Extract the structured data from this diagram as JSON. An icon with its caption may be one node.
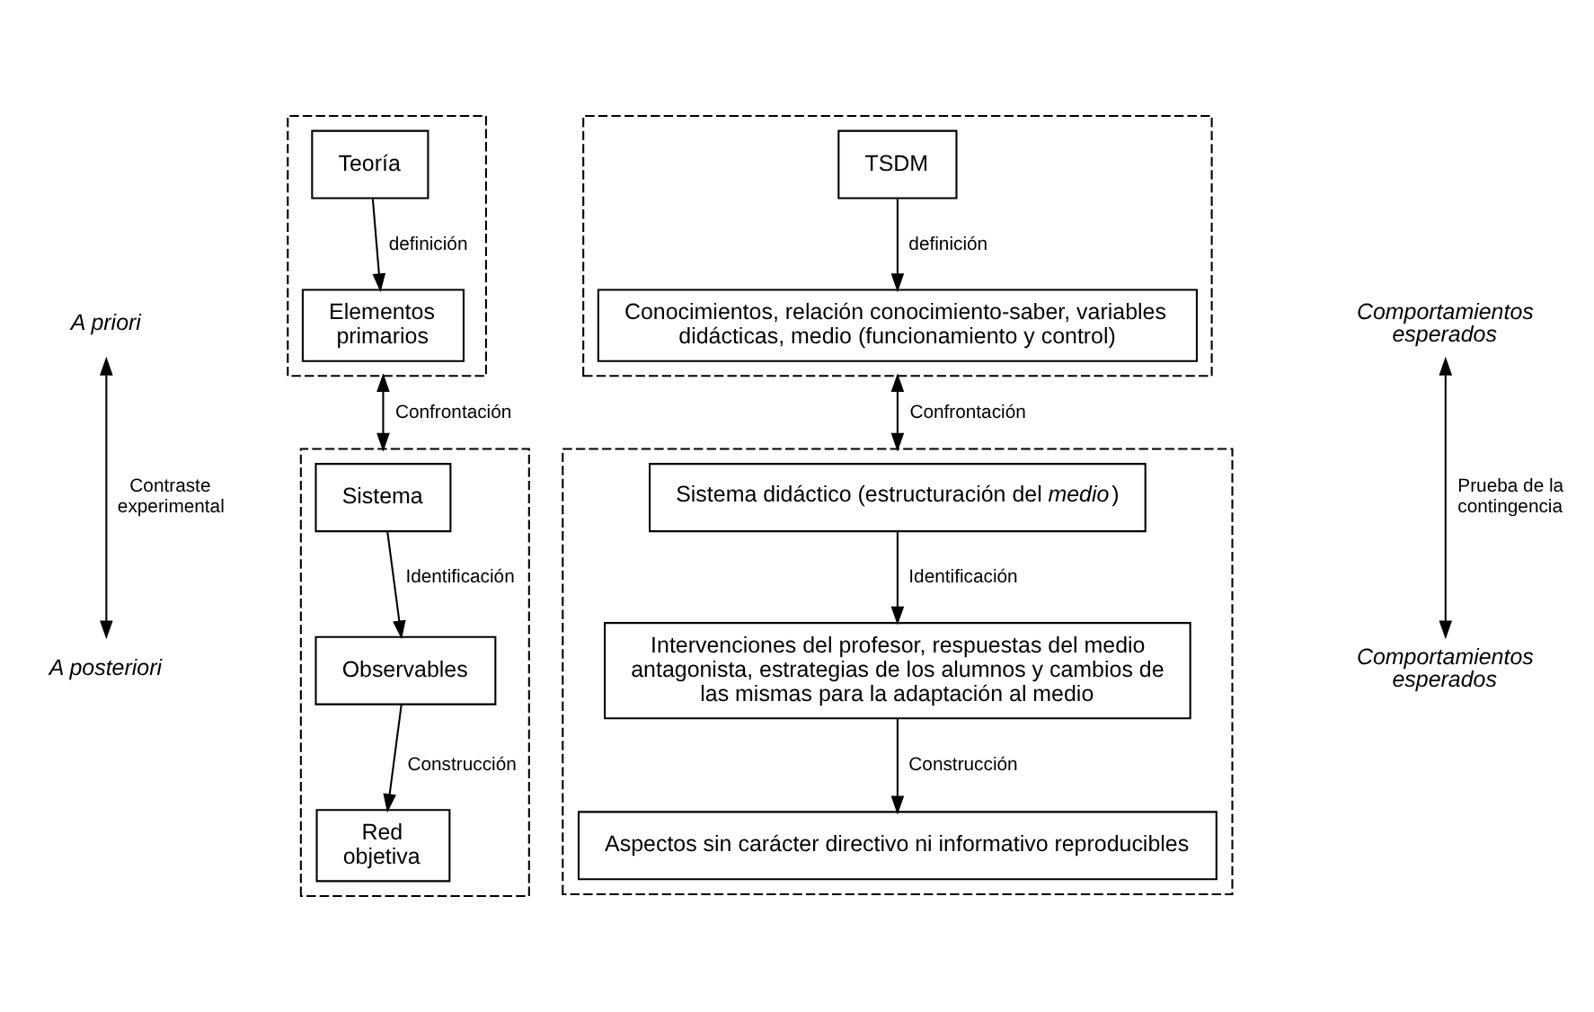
{
  "diagram": {
    "nodes": [
      {
        "text": [
          "A priori"
        ]
      },
      {
        "text": [
          "A posteriori"
        ]
      },
      {
        "text": [],
        "shape": "box"
      },
      {
        "text": [
          "Teoría"
        ],
        "in": 2
      },
      {
        "text": [
          "Elementos primarios"
        ],
        "in": 2
      },
      {
        "text": [],
        "shape": "box"
      },
      {
        "text": [
          "TSDM"
        ],
        "in": 5
      },
      {
        "text": [
          "Conocimientos, relación conocimiento-saber, variables didácticas, medio (funcionamiento y control)"
        ],
        "in": 5
      },
      {
        "text": [],
        "shape": "box"
      },
      {
        "text": [
          "Sistema"
        ],
        "in": 8
      },
      {
        "text": [
          "Observables"
        ],
        "in": 8
      },
      {
        "text": [
          "Red objetiva"
        ],
        "in": 8
      },
      {
        "text": [],
        "shape": "box"
      },
      {
        "text": [
          "Sistema didáctico (estructuración del *medio*)"
        ],
        "in": 12
      },
      {
        "text": [
          "Intervenciones del profesor, respuestas del medio antagonista, estrategias de los alumnos y cambios de las mismas para la adaptación al medio"
        ],
        "in": 12
      },
      {
        "text": [
          "Aspectos sin carácter directivo ni informativo reproducibles"
        ],
        "in": 12
      },
      {
        "text": [
          "Comportamientos esperados"
        ]
      },
      {
        "text": [
          "Comportamientos esperados"
        ]
      }
    ],
    "edges": [
      {
        "from": 1,
        "to": 0,
        "arrow": "both",
        "label": "Contraste experimental"
      },
      {
        "from": 3,
        "to": 4,
        "arrow": "to",
        "label": "definición"
      },
      {
        "from": 6,
        "to": 7,
        "arrow": "to",
        "label": "definición"
      },
      {
        "from": 2,
        "to": 8,
        "arrow": "both",
        "label": "Confrontación"
      },
      {
        "from": 5,
        "to": 12,
        "arrow": "both",
        "label": "Confrontación"
      },
      {
        "from": 9,
        "to": 10,
        "arrow": "to",
        "label": "Identificación"
      },
      {
        "from": 10,
        "to": 11,
        "arrow": "to",
        "label": "Construcción"
      },
      {
        "from": 13,
        "to": 14,
        "arrow": "to",
        "label": "Identificación"
      },
      {
        "from": 14,
        "to": 15,
        "arrow": "to",
        "label": "Construcción"
      },
      {
        "from": 16,
        "to": 17,
        "arrow": "both",
        "label": "Prueba de la contingencia"
      }
    ]
  }
}
